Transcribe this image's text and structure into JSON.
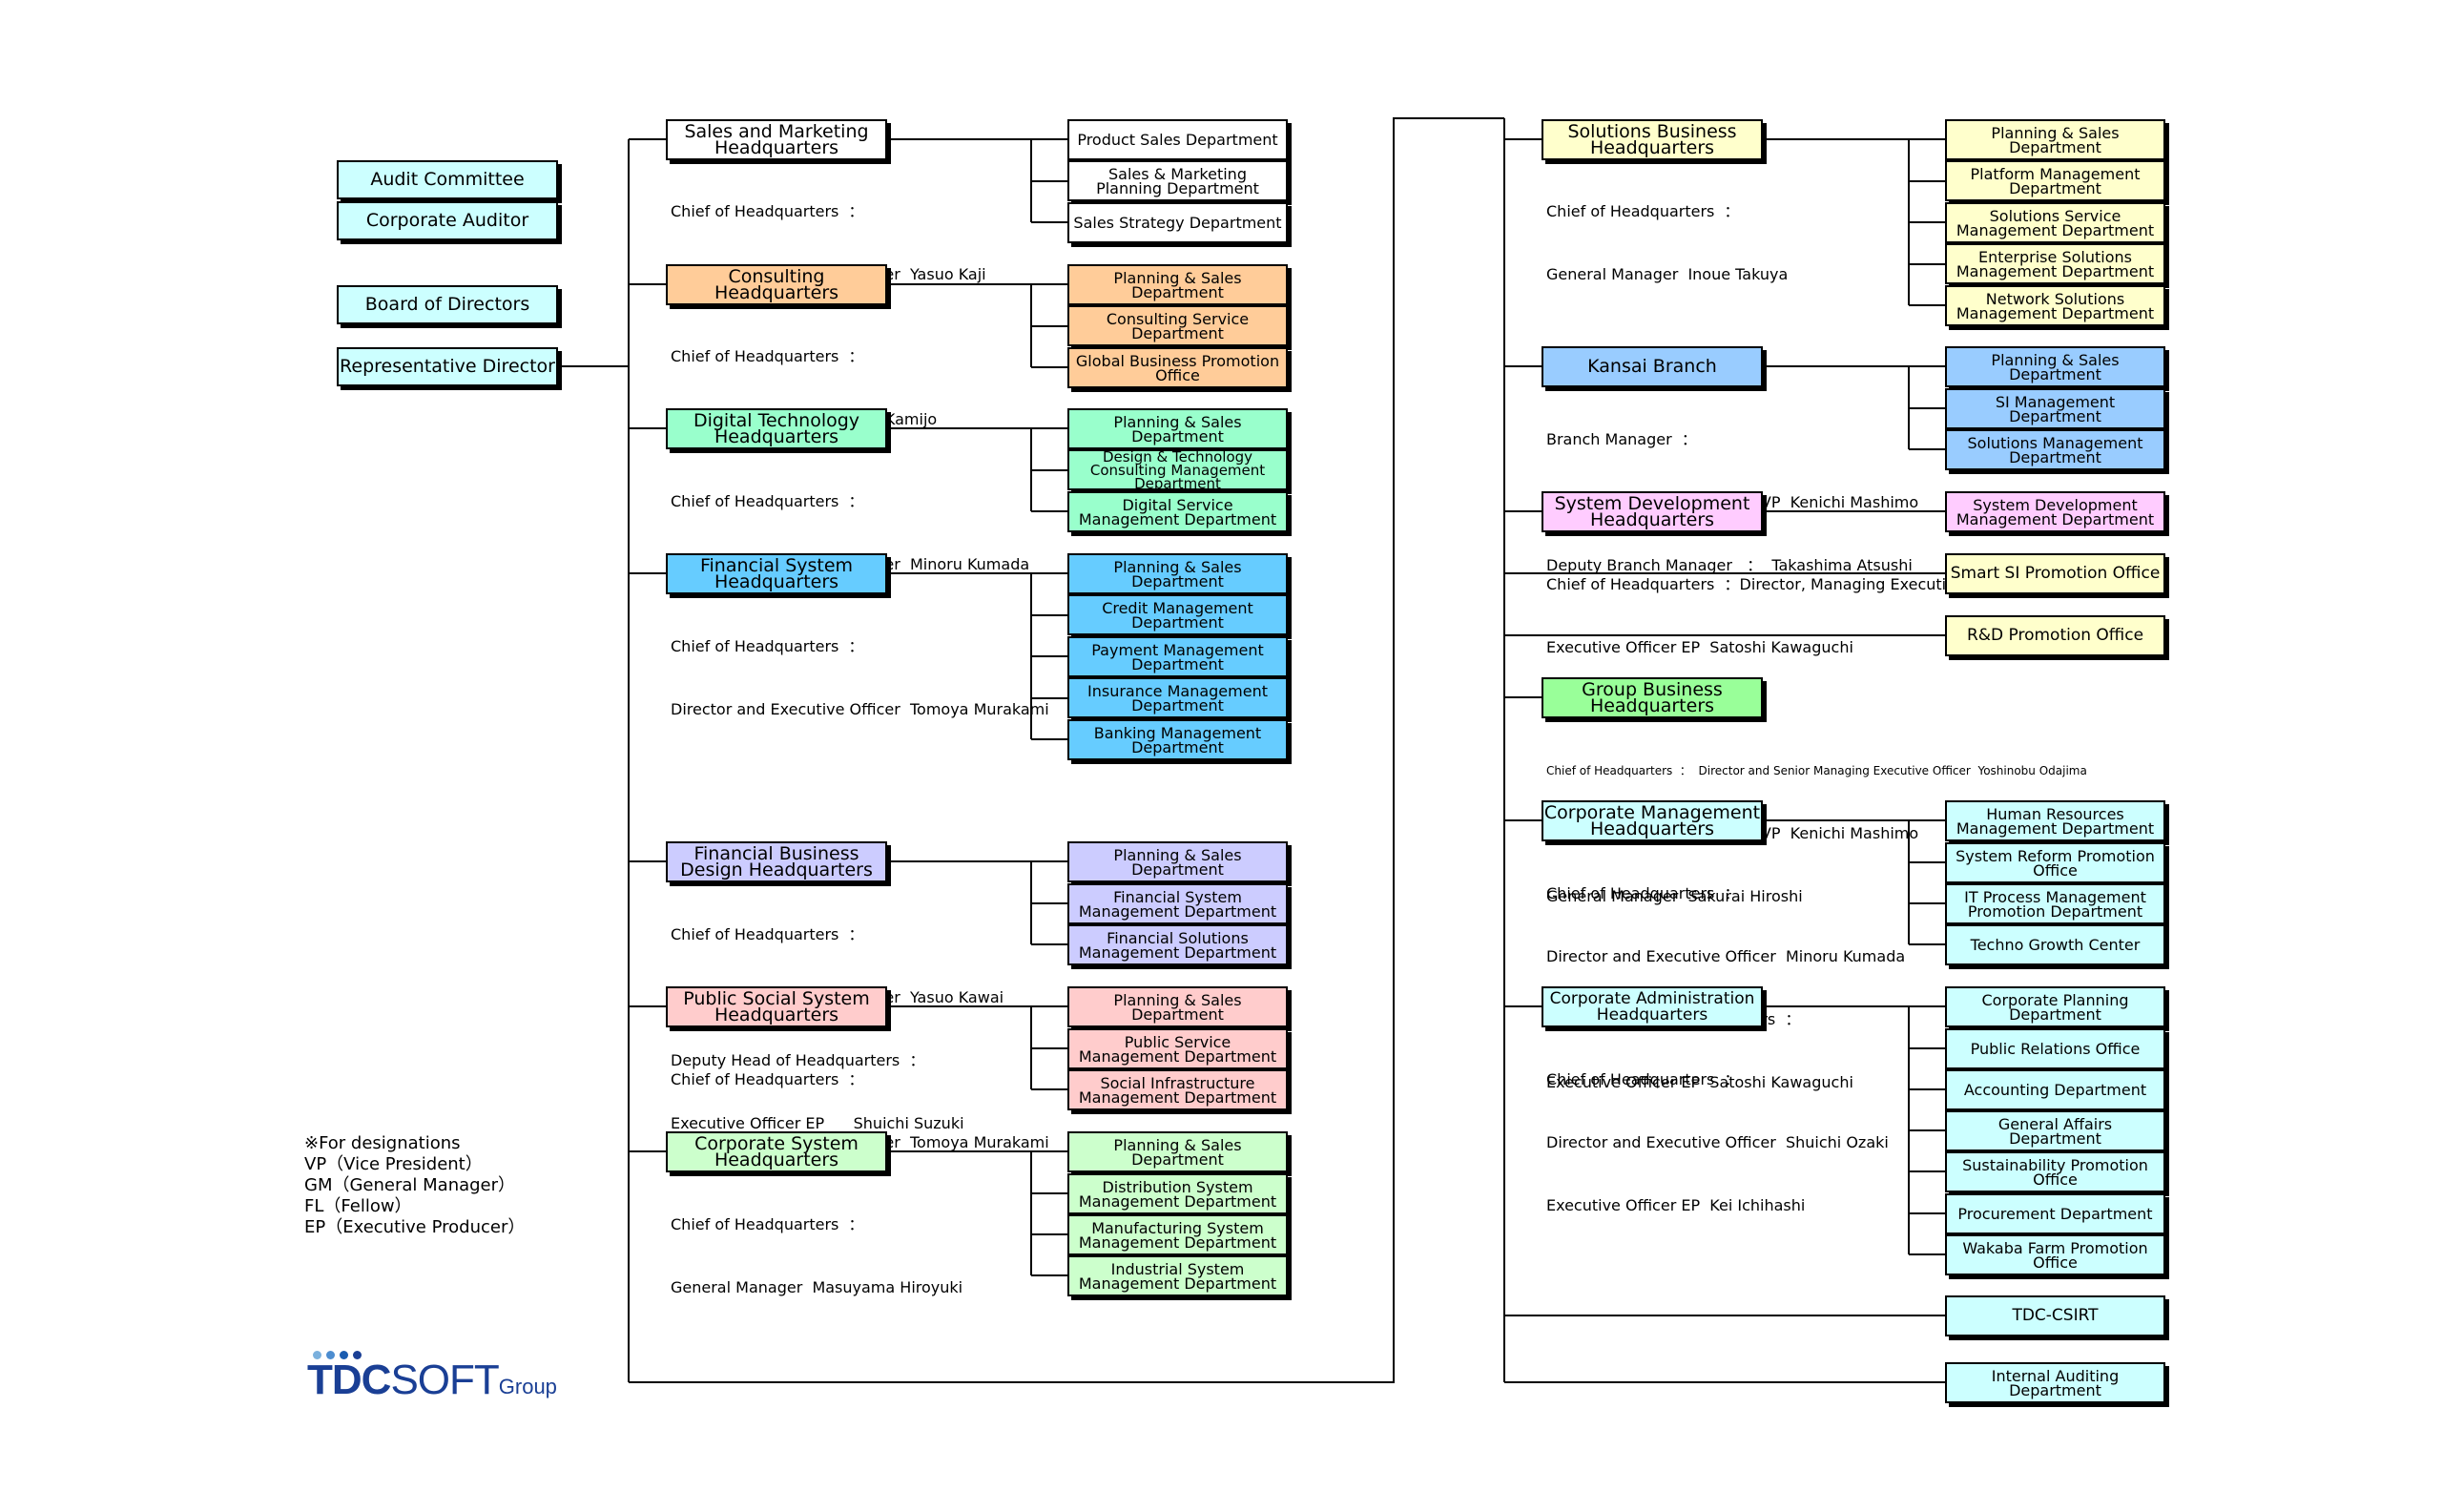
{
  "colors": {
    "top": "#ccffff",
    "sales": "#ffffff",
    "consult": "#ffcc99",
    "digital": "#99ffcc",
    "finsys": "#66ccff",
    "finbiz": "#ccccff",
    "public": "#ffcccc",
    "corpsys": "#ccffcc",
    "solutions": "#ffffcc",
    "kansai": "#99ccff",
    "sysdev": "#ffccff",
    "group": "#99ff99",
    "corpmgmt": "#ccffff",
    "corpadmin": "#ccffff"
  },
  "top": {
    "audit_committee": "Audit Committee",
    "corporate_auditor": "Corporate Auditor",
    "board": "Board of Directors",
    "rep_director": "Representative Director"
  },
  "sales_hq": {
    "title": "Sales and Marketing\nHeadquarters",
    "info": [
      "Chief of Headquarters  ：",
      "Director and Executive Officer  Yasuo Kaji"
    ],
    "depts": [
      "Product Sales Department",
      "Sales & Marketing\nPlanning Department",
      "Sales Strategy Department"
    ]
  },
  "consulting_hq": {
    "title": "Consulting\nHeadquarters",
    "info": [
      "Chief of Headquarters  ：",
      "Executive Officer FL  Hideki Kamijo"
    ],
    "depts": [
      "Planning & Sales\nDepartment",
      "Consulting Service\nDepartment",
      "Global Business Promotion\nOffice"
    ]
  },
  "digital_hq": {
    "title": "Digital Technology\nHeadquarters",
    "info": [
      "Chief of Headquarters  ：",
      "Director and Executive Officer  Minoru Kumada"
    ],
    "depts": [
      "Planning & Sales\nDepartment",
      "Design & Technology\nConsulting Management\nDepartment",
      "Digital Service\nManagement Department"
    ]
  },
  "finsys_hq": {
    "title": "Financial System\nHeadquarters",
    "info": [
      "Chief of Headquarters  ：",
      "Director and Executive Officer  Tomoya Murakami"
    ],
    "depts": [
      "Planning & Sales\nDepartment",
      "Credit Management\nDepartment",
      "Payment Management\nDepartment",
      "Insurance Management\nDepartment",
      "Banking Management\nDepartment"
    ]
  },
  "finbiz_hq": {
    "title": "Financial Business\nDesign Headquarters",
    "info": [
      "Chief of Headquarters  ：",
      "Director and Executive Officer  Yasuo Kawai",
      "Deputy Head of Headquarters  ：",
      "Executive Officer EP      Shuichi Suzuki"
    ],
    "depts": [
      "Planning & Sales\nDepartment",
      "Financial System\nManagement Department",
      "Financial Solutions\nManagement Department"
    ]
  },
  "public_hq": {
    "title": "Public Social System\nHeadquarters",
    "info": [
      "Chief of Headquarters  ：",
      "Director and Executive Officer  Tomoya Murakami"
    ],
    "depts": [
      "Planning & Sales\nDepartment",
      "Public Service\nManagement Department",
      "Social Infrastructure\nManagement Department"
    ]
  },
  "corpsys_hq": {
    "title": "Corporate System\nHeadquarters",
    "info": [
      "Chief of Headquarters  ：",
      "General Manager  Masuyama Hiroyuki"
    ],
    "depts": [
      "Planning & Sales\nDepartment",
      "Distribution System\nManagement Department",
      "Manufacturing System\nManagement Department",
      "Industrial System\nManagement Department"
    ]
  },
  "solutions_hq": {
    "title": "Solutions Business\nHeadquarters",
    "info": [
      "Chief of Headquarters  ：",
      "General Manager  Inoue Takuya"
    ],
    "depts": [
      "Planning & Sales\nDepartment",
      "Platform Management\nDepartment",
      "Solutions Service\nManagement Department",
      "Enterprise Solutions\nManagement Department",
      "Network Solutions\nManagement Department"
    ]
  },
  "kansai": {
    "title": "Kansai Branch",
    "info": [
      "Branch Manager  ：",
      "Managing Executive Officer VP  Kenichi Mashimo",
      "Deputy Branch Manager   ：  Takashima Atsushi"
    ],
    "depts": [
      "Planning & Sales\nDepartment",
      "SI Management\nDepartment",
      "Solutions Management\nDepartment"
    ]
  },
  "sysdev_hq": {
    "title": "System Development\nHeadquarters",
    "info": [
      "Chief of Headquarters  ：Director, Managing Executive Officer  Mikako Takase",
      "Executive Officer EP  Satoshi Kawaguchi"
    ],
    "depts": [
      "System Development\nManagement Department"
    ]
  },
  "smart_si": "Smart SI Promotion Office",
  "rnd": "R&D Promotion Office",
  "group_hq": {
    "title": "Group Business\nHeadquarters",
    "info_line1": "Chief of Headquarters  ：  Director and Senior Managing Executive Officer  Yoshinobu Odajima",
    "info": [
      "Managing Executive Officer VP  Kenichi Mashimo",
      "General Manager  Sakurai Hiroshi"
    ]
  },
  "corpmgmt_hq": {
    "title": "Corporate Management\nHeadquarters",
    "info": [
      "Chief of Headquarters  ：",
      "Director and Executive Officer  Minoru Kumada",
      "Deputy Head of Headquarters  ：",
      "Executive Officer EP  Satoshi Kawaguchi"
    ],
    "depts": [
      "Human Resources\nManagement Department",
      "System Reform Promotion\nOffice",
      "IT Process Management\nPromotion Department",
      "Techno Growth Center"
    ]
  },
  "corpadmin_hq": {
    "title": "Corporate Administration\nHeadquarters",
    "info": [
      "Chief of Headquarters  ：",
      "Director and Executive Officer  Shuichi Ozaki",
      "Executive Officer EP  Kei Ichihashi"
    ],
    "depts": [
      "Corporate Planning\nDepartment",
      "Public Relations Office",
      "Accounting Department",
      "General Affairs\nDepartment",
      "Sustainability Promotion\nOffice",
      "Procurement Department",
      "Wakaba Farm Promotion\nOffice"
    ]
  },
  "csirt": "TDC-CSIRT",
  "internal_audit": "Internal Auditing\nDepartment",
  "legend": {
    "title": "※For designations",
    "lines": [
      "VP（Vice President）",
      "GM（General Manager）",
      "FL（Fellow）",
      "EP（Executive Producer）"
    ]
  },
  "logo": {
    "bold": "TDC",
    "light": "SOFT",
    "suffix": "Group"
  }
}
